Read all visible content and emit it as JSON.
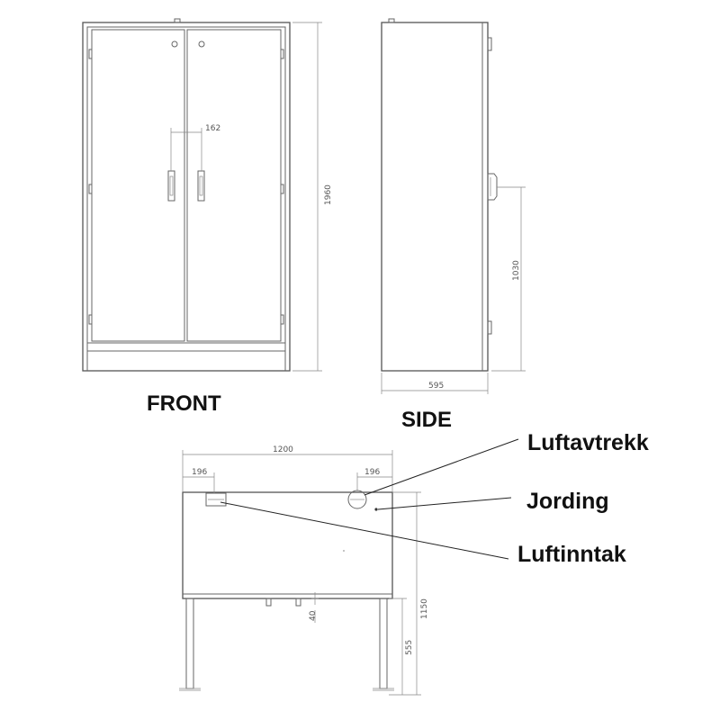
{
  "views": {
    "front": {
      "label": "FRONT",
      "dim_handle_spacing": "162",
      "dim_height": "1960"
    },
    "side": {
      "label": "SIDE",
      "dim_depth": "595",
      "dim_handle_height": "1030"
    },
    "top": {
      "dim_width": "1200",
      "dim_left_offset": "196",
      "dim_right_offset": "196",
      "dim_height_total": "1150",
      "dim_leg_height": "555",
      "dim_small": "40"
    }
  },
  "callouts": {
    "exhaust": "Luftavtrekk",
    "grounding": "Jording",
    "intake": "Luftinntak"
  }
}
